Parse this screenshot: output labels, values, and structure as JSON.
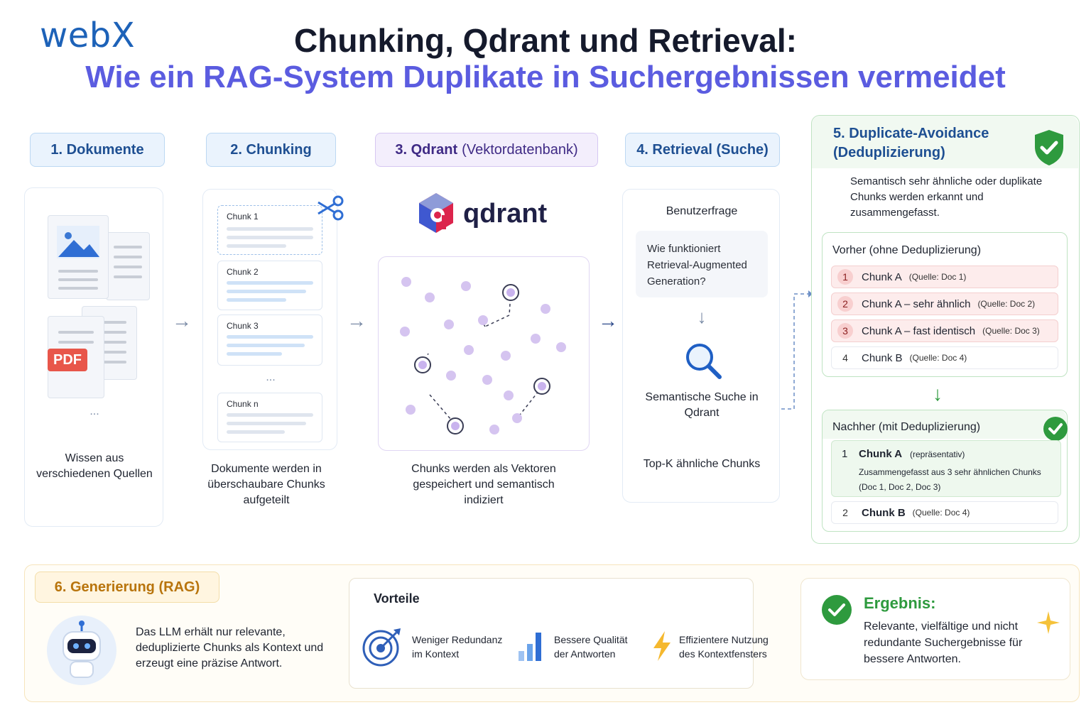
{
  "logo": "webX",
  "title_line1": "Chunking, Qdrant und Retrieval:",
  "title_line2": "Wie ein RAG-System Duplikate in Suchergebnissen vermeidet",
  "steps": {
    "s1": {
      "label": "1. Dokumente",
      "caption": "Wissen aus verschiedenen Quellen",
      "pdf": "PDF",
      "more": "..."
    },
    "s2": {
      "label": "2. Chunking",
      "caption": "Dokumente werden in überschaubare Chunks aufgeteilt",
      "chunks": [
        "Chunk 1",
        "Chunk 2",
        "Chunk 3",
        "Chunk n"
      ],
      "more": "..."
    },
    "s3": {
      "label": "3. Qdrant",
      "label_suffix": "(Vektordatenbank)",
      "brand": "qdrant",
      "caption": "Chunks werden als Vektoren gespeichert und semantisch indiziert"
    },
    "s4": {
      "label": "4. Retrieval (Suche)",
      "query_title": "Benutzerfrage",
      "query": "Wie funktioniert Retrieval-Augmented Generation?",
      "search": "Semantische Suche in Qdrant",
      "topk": "Top-K ähnliche Chunks"
    },
    "s5": {
      "label_line1": "5. Duplicate-Avoidance",
      "label_line2": "(Deduplizierung)",
      "desc": "Semantisch sehr ähnliche oder duplikate Chunks werden erkannt und zusammengefasst.",
      "before_title": "Vorher (ohne Deduplizierung)",
      "before": [
        {
          "n": "1",
          "name": "Chunk A",
          "src": "(Quelle: Doc 1)"
        },
        {
          "n": "2",
          "name": "Chunk A – sehr ähnlich",
          "src": "(Quelle: Doc 2)"
        },
        {
          "n": "3",
          "name": "Chunk A – fast identisch",
          "src": "(Quelle: Doc 3)"
        },
        {
          "n": "4",
          "name": "Chunk B",
          "src": "(Quelle: Doc 4)"
        }
      ],
      "after_title": "Nachher (mit Deduplizierung)",
      "after": [
        {
          "n": "1",
          "name": "Chunk A",
          "src": "(repräsentativ)",
          "detail": "Zusammengefasst aus 3 sehr ähnlichen Chunks (Doc 1, Doc 2, Doc 3)"
        },
        {
          "n": "2",
          "name": "Chunk B",
          "src": "(Quelle: Doc 4)"
        }
      ]
    },
    "s6": {
      "label": "6. Generierung (RAG)",
      "desc": "Das LLM erhält nur relevante, deduplizierte Chunks als Kontext und erzeugt eine präzise Antwort.",
      "benefits_title": "Vorteile",
      "benefits": [
        "Weniger Redundanz im Kontext",
        "Bessere Qualität der Antworten",
        "Effizientere Nutzung des Kontextfensters"
      ],
      "result_title": "Ergebnis:",
      "result": "Relevante, vielfältige und nicht redundante Suchergebnisse für bessere Antworten."
    }
  },
  "icons": [
    "image-icon",
    "pdf-icon",
    "scissors-icon",
    "qdrant-logo-icon",
    "search-icon",
    "shield-check-icon",
    "check-icon",
    "robot-icon",
    "target-icon",
    "bar-chart-icon",
    "lightning-icon",
    "sparkle-icon"
  ],
  "colors": {
    "accent_blue": "#1e4f92",
    "accent_purple": "#5b5ce0",
    "green": "#2e9a3e",
    "orange": "#c07a0c"
  }
}
